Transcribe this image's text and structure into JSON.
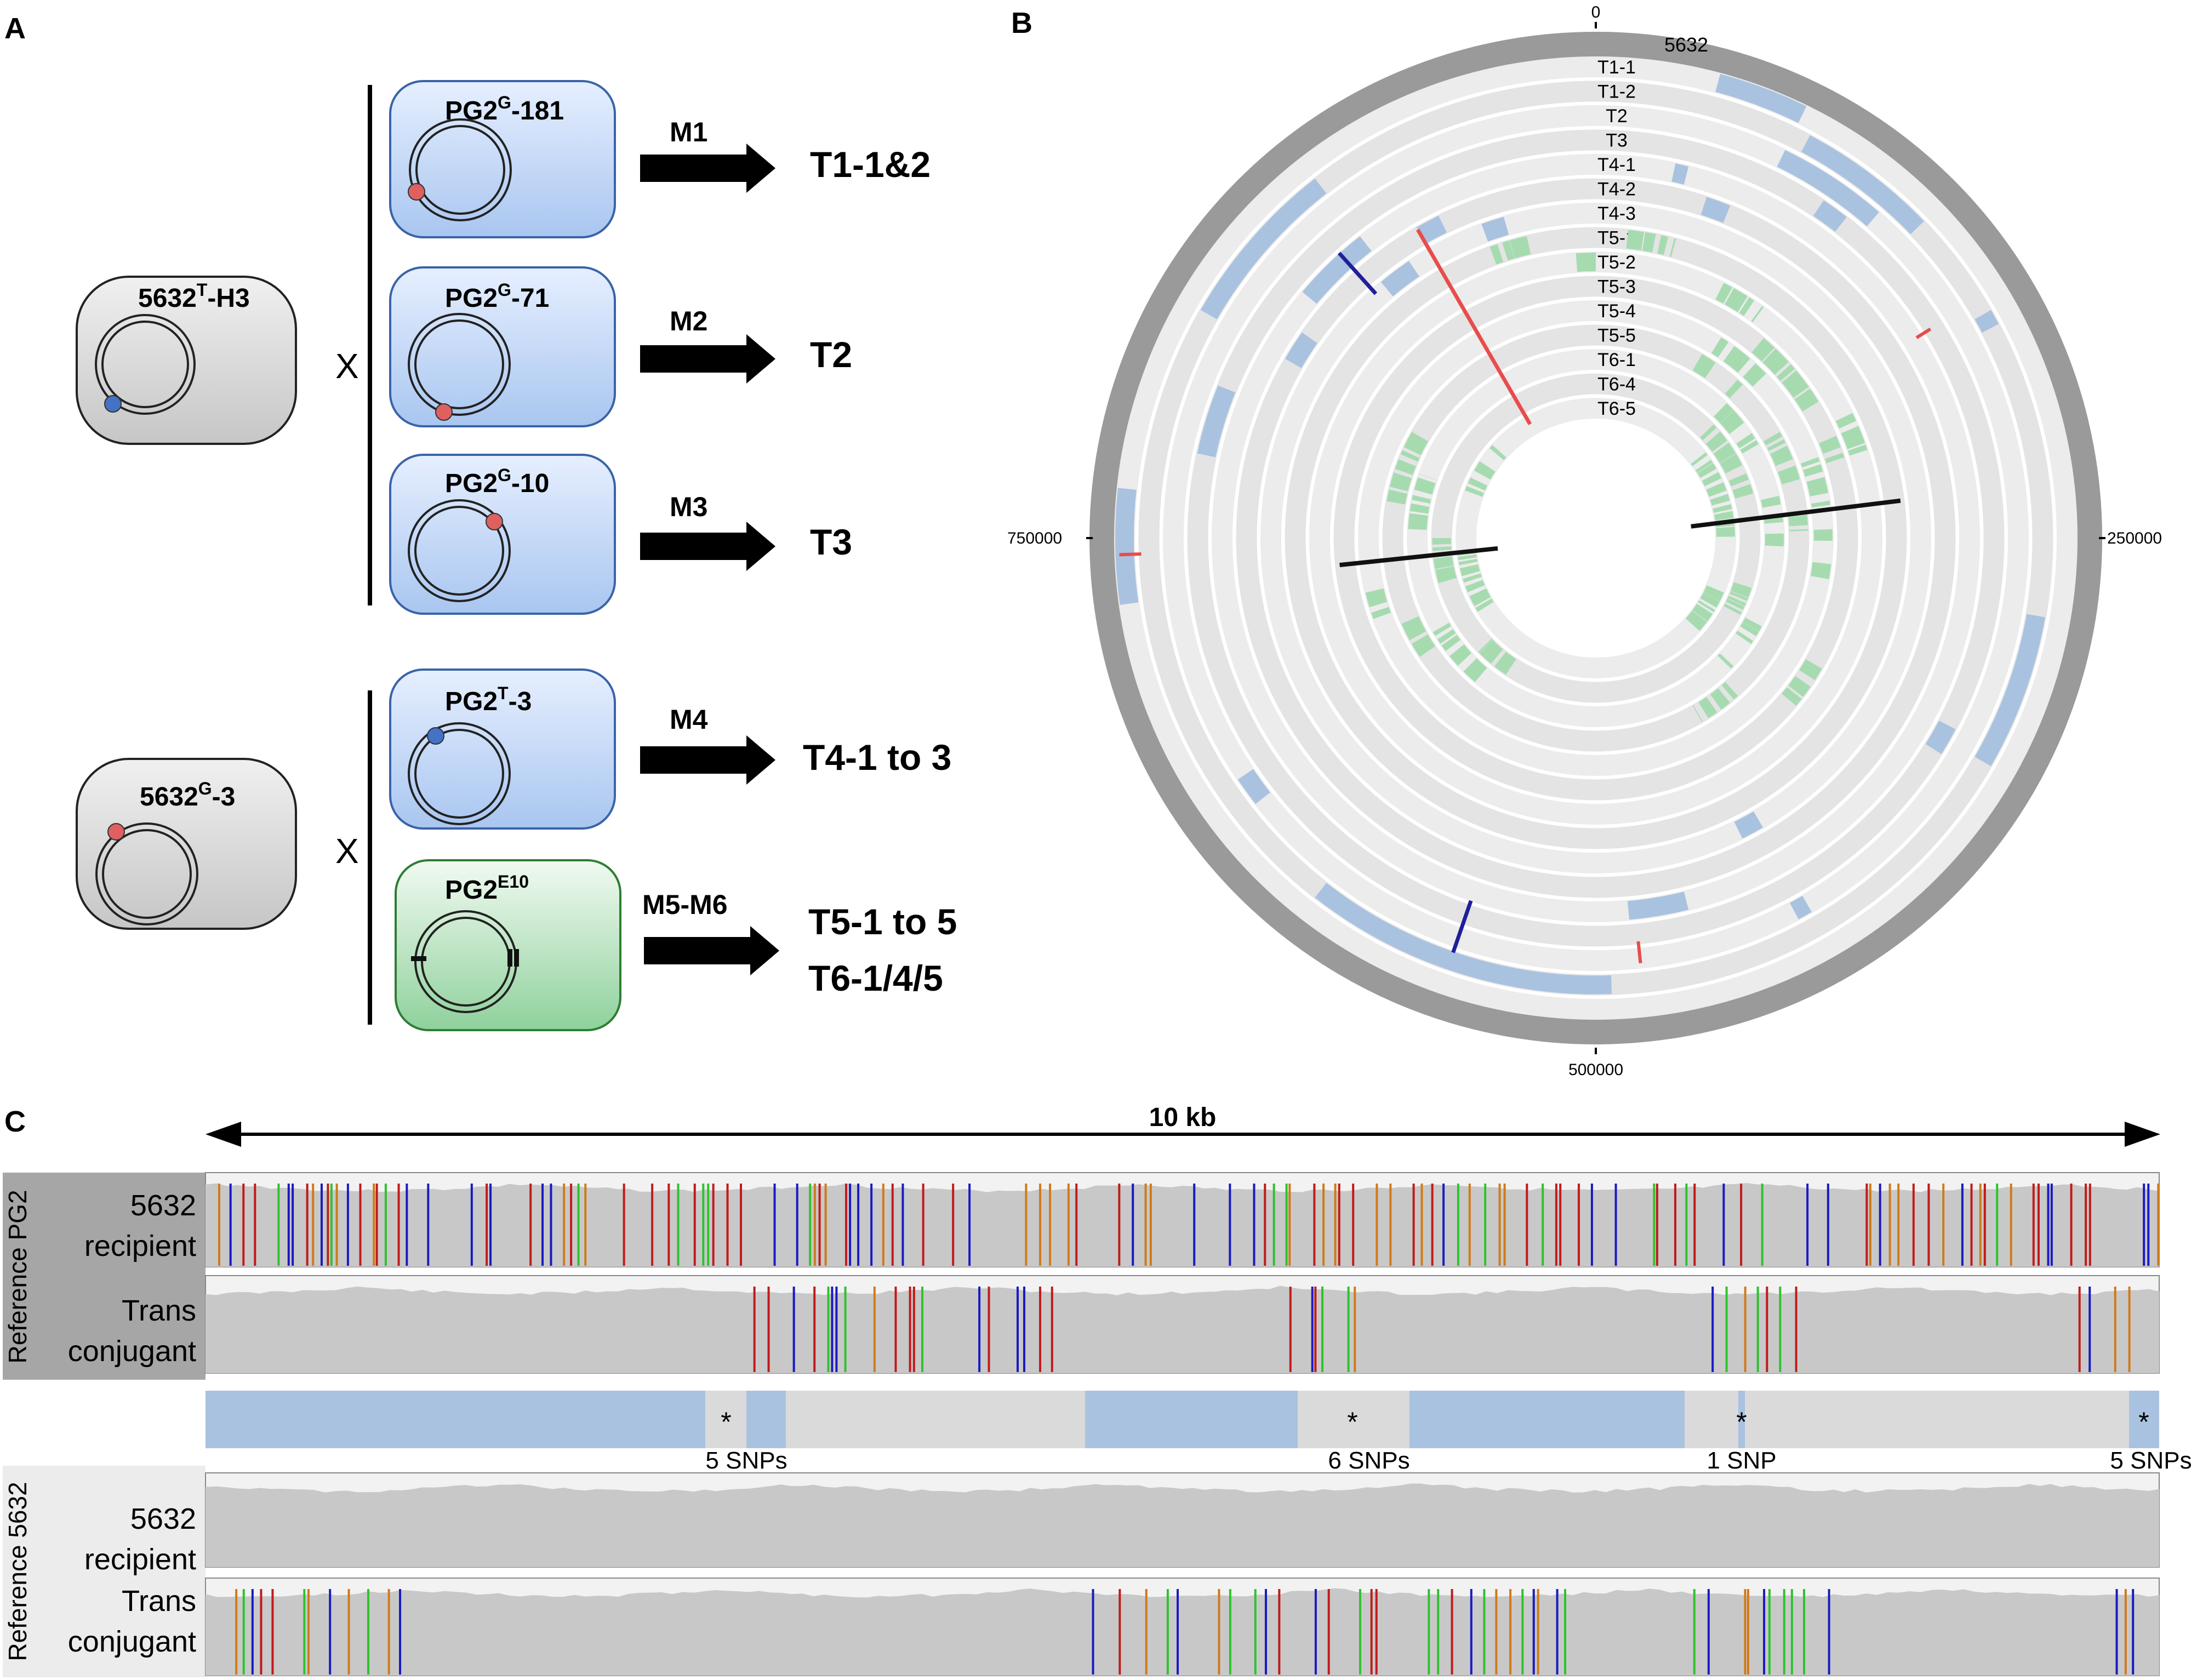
{
  "panel_a": {
    "letter": "A",
    "recipients": [
      {
        "main": "5632",
        "sup": "T",
        "post": "-H3",
        "dot_color": "#4472c4"
      },
      {
        "main": "5632",
        "sup": "G",
        "post": "-3",
        "dot_color": "#e06060"
      }
    ],
    "cross_symbol": "X",
    "donors": [
      {
        "main": "PG2",
        "sup": "G",
        "post": "-181",
        "method": "M1",
        "result": "T1-1&2"
      },
      {
        "main": "PG2",
        "sup": "G",
        "post": "-71",
        "method": "M2",
        "result": "T2"
      },
      {
        "main": "PG2",
        "sup": "G",
        "post": "-10",
        "method": "M3",
        "result": "T3"
      },
      {
        "main": "PG2",
        "sup": "T",
        "post": "-3",
        "method": "M4",
        "result": "T4-1 to 3"
      },
      {
        "main": "PG2",
        "sup": "E10",
        "post": "",
        "method": "M5-M6",
        "result": "T5-1 to 5",
        "result2": "T6-1/4/5"
      }
    ]
  },
  "panel_b": {
    "letter": "B",
    "genome_label": "5632",
    "tick_labels": [
      "0",
      "250000",
      "500000",
      "750000"
    ],
    "tracks": [
      "T1-1",
      "T1-2",
      "T2",
      "T3",
      "T4-1",
      "T4-2",
      "T4-3",
      "T5-1",
      "T5-2",
      "T5-3",
      "T5-4",
      "T5-5",
      "T6-1",
      "T6-4",
      "T6-5"
    ]
  },
  "panel_c": {
    "letter": "C",
    "scale_label": "10 kb",
    "group_labels": [
      "Reference PG2",
      "Reference 5632"
    ],
    "row_labels": [
      {
        "line1": "5632",
        "line2": "recipient"
      },
      {
        "line1": "Trans",
        "line2": "conjugant"
      },
      {
        "line1": "5632",
        "line2": "recipient"
      },
      {
        "line1": "Trans",
        "line2": "conjugant"
      }
    ],
    "asterisk": "*",
    "snp_labels": [
      "5 SNPs",
      "6 SNPs",
      "1 SNP",
      "5 SNPs"
    ]
  },
  "colors": {
    "blue_cell": "#c5d8f5",
    "green_cell": "#b6e3b6",
    "recipient_cell": "#dcdcdc",
    "track_blue": "#a9c2e0",
    "track_green": "#a6dbb0",
    "red_dot": "#e06060",
    "blue_dot": "#4472c4"
  }
}
